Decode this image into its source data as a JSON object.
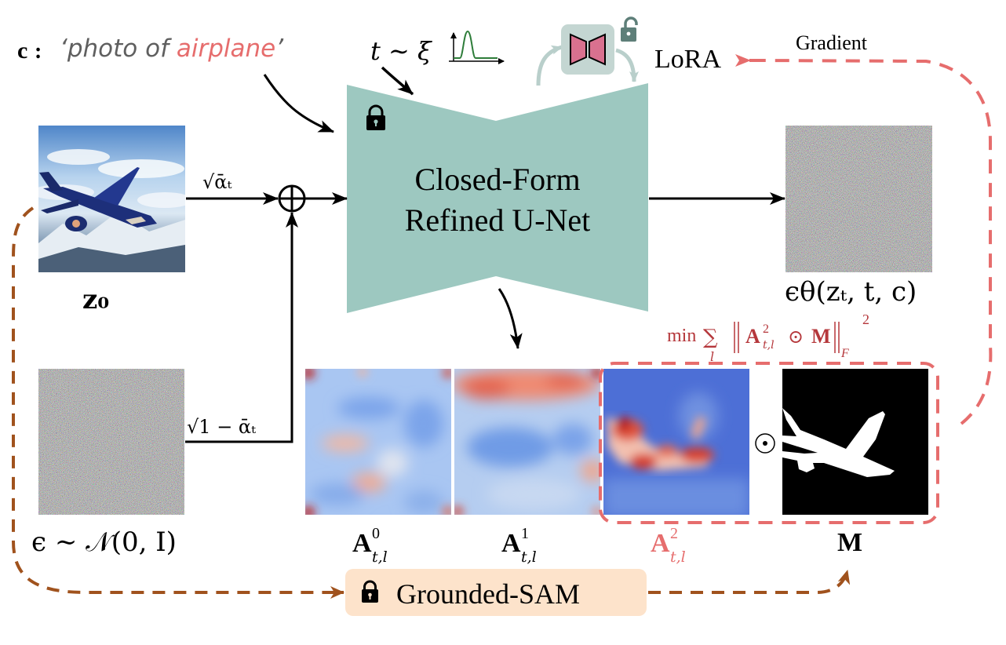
{
  "caption": {
    "cond_symbol": "c",
    "cond_colon": ":",
    "prompt_open": "‘photo of ",
    "prompt_highlight": "airplane",
    "prompt_close": "’"
  },
  "timestep": {
    "label": "t ∼ ξ",
    "distribution_icon": "peaked-distribution-plot"
  },
  "lora": {
    "label": "LoRA",
    "lock_state": "unlocked"
  },
  "gradient": {
    "label": "Gradient"
  },
  "unet": {
    "line1": "Closed-Form",
    "line2": "Refined U-Net",
    "lock_state": "locked"
  },
  "inputs": {
    "z0_label": "z₀",
    "z0_coef": "√ᾱₜ",
    "eps_label": "ϵ ∼ 𝒩(0, I)",
    "eps_coef": "√1 − ᾱₜ",
    "sum_op": "⊕"
  },
  "output": {
    "label": "ϵθ(zₜ, t, c)"
  },
  "attention": {
    "maps": [
      {
        "name": "A0",
        "label_base": "A",
        "sup": "0",
        "sub": "t,l",
        "highlight": false
      },
      {
        "name": "A1",
        "label_base": "A",
        "sup": "1",
        "sub": "t,l",
        "highlight": false
      },
      {
        "name": "A2",
        "label_base": "A",
        "sup": "2",
        "sub": "t,l",
        "highlight": true
      }
    ],
    "mask_label": "M",
    "hadamard_op": "⊙"
  },
  "loss": {
    "min": "min",
    "sum": "∑",
    "sum_sub": "l",
    "norm_body": "A",
    "norm_sup": "2",
    "norm_sub": "t,l",
    "op": "⊙",
    "mask": "M",
    "exp": "2",
    "norm_sub_f": "F"
  },
  "sam": {
    "label": "Grounded-SAM",
    "lock_state": "locked"
  },
  "colors": {
    "unet_fill": "#9dc8c0",
    "lora_box": "#c4d6d2",
    "lora_fill": "#d9718f",
    "lora_arrow": "#b9cfcb",
    "highlight_red": "#e66d6d",
    "loss_red": "#b5373b",
    "sam_fill": "#fde3cb",
    "brown": "#a0521d",
    "dist_green": "#2e7d3a",
    "prompt_gray": "#5f5f5f",
    "lock_gray": "#5e7f79"
  }
}
